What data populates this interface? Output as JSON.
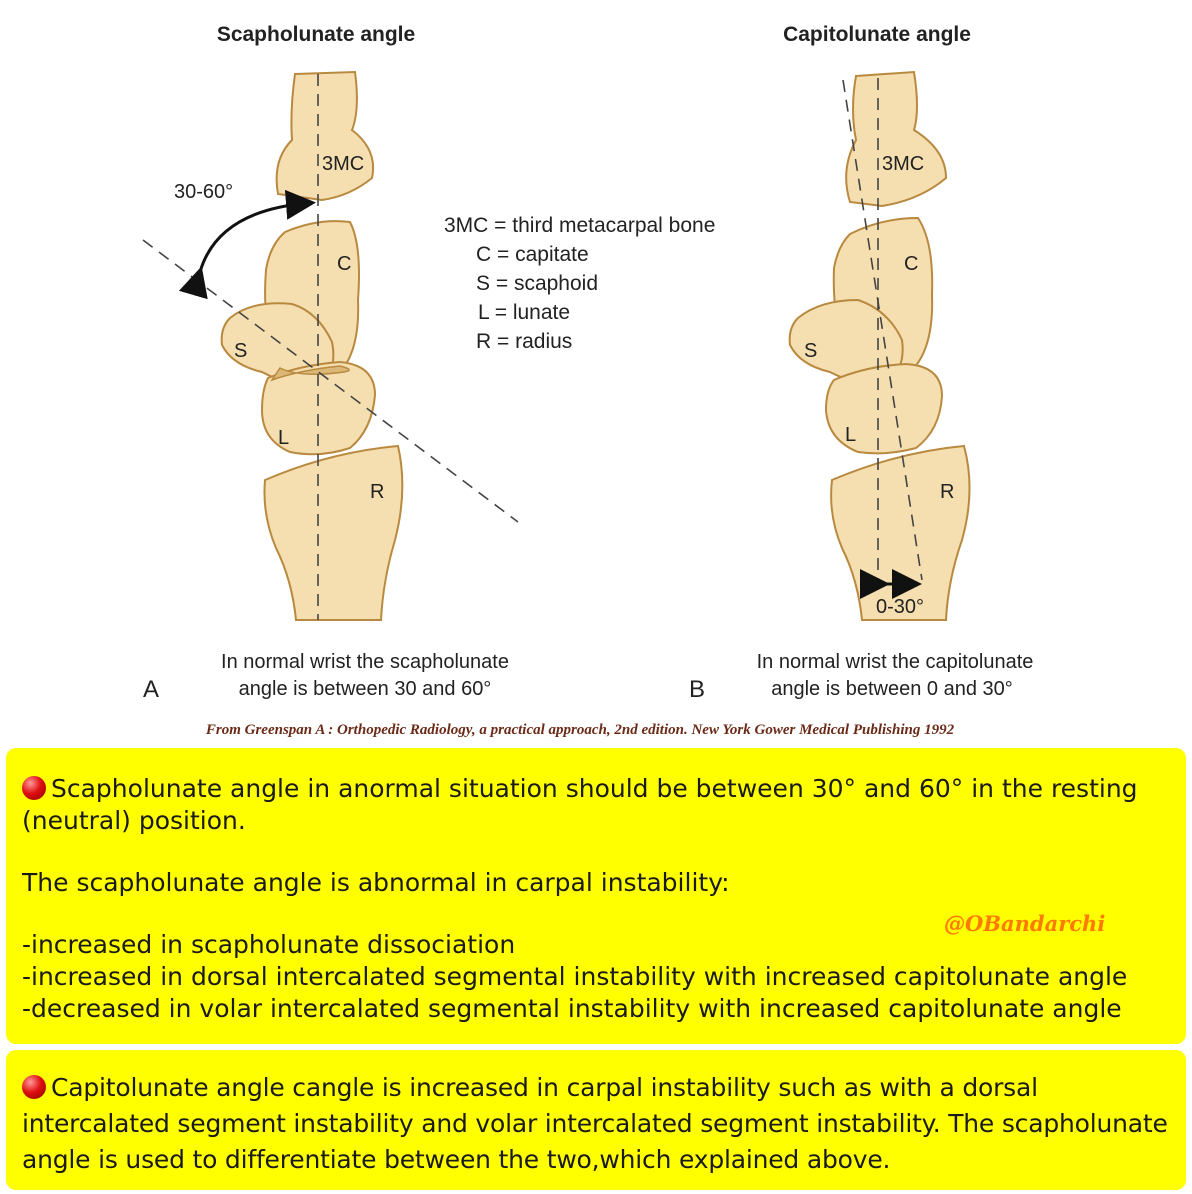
{
  "panel_a": {
    "title": "Scapholunate angle",
    "angle_label": "30-60°",
    "bones": {
      "mc": "3MC",
      "c": "C",
      "s": "S",
      "l": "L",
      "r": "R"
    },
    "letter": "A",
    "caption_line1": "In normal wrist the scapholunate",
    "caption_line2": "angle is between 30 and 60°"
  },
  "panel_b": {
    "title": "Capitolunate angle",
    "angle_label": "0-30°",
    "bones": {
      "mc": "3MC",
      "c": "C",
      "s": "S",
      "l": "L",
      "r": "R"
    },
    "letter": "B",
    "caption_line1": "In normal wrist the capitolunate",
    "caption_line2": "angle is between 0 and 30°"
  },
  "legend": [
    "3MC = third metacarpal bone",
    "C = capitate",
    "S = scaphoid",
    "L = lunate",
    "R = radius"
  ],
  "credit": "From Greenspan A : Orthopedic Radiology, a practical approach, 2nd edition. New York  Gower Medical Publishing 1992",
  "notes": {
    "box1": {
      "line1": "Scapholunate angle in anormal situation should be between 30° and 60° in the resting (neutral) position.",
      "line2": "The scapholunate angle is abnormal in carpal instability:",
      "handle": "@OBandarchi",
      "items": [
        "-increased in scapholunate dissociation",
        "-increased in dorsal intercalated segmental instability with increased capitolunate angle",
        "-decreased in volar intercalated segmental instability with increased capitolunate angle"
      ]
    },
    "box2": {
      "text": "Capitolunate angle cangle is increased in carpal instability such as with a dorsal intercalated segment instability and volar intercalated segment instability. The scapholunate angle is used to differentiate between the two,which explained above."
    }
  },
  "colors": {
    "bone_fill": "#f5dfb0",
    "bone_stroke": "#b8893f",
    "note_background": "#ffff00",
    "handle": "#ff7a00",
    "credit": "#6b2a17",
    "bullet": "#e01010"
  }
}
